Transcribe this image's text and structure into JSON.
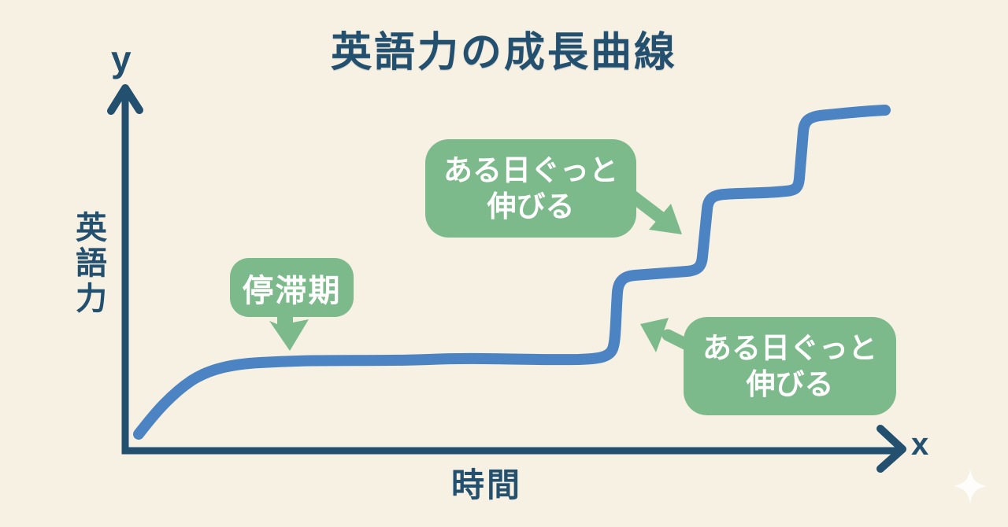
{
  "title": "英語力の成長曲線",
  "axes": {
    "y_symbol": "y",
    "x_symbol": "x",
    "y_label": "英語力",
    "x_label": "時間"
  },
  "callouts": {
    "plateau": {
      "label": "停滞期"
    },
    "jump_upper": {
      "lines": [
        "ある日ぐっと",
        "伸びる"
      ]
    },
    "jump_lower": {
      "lines": [
        "ある日ぐっと",
        "伸びる"
      ]
    }
  },
  "colors": {
    "background": "#f6f1e3",
    "axis_navy": "#24506f",
    "curve_blue": "#4b83c3",
    "callout_green": "#7dba8b",
    "callout_text": "#ffffff",
    "sparkle": "#ffffff"
  },
  "icons": {
    "plateau_arrow": "down-arrow",
    "jump_upper_arrow": "down-right-arrow",
    "jump_lower_arrow": "up-left-arrow",
    "decoration": "four-point-sparkle"
  },
  "chart_data": {
    "type": "line",
    "title": "英語力の成長曲線",
    "xlabel": "時間",
    "ylabel": "英語力",
    "x_axis_symbol": "x",
    "y_axis_symbol": "y",
    "grid": false,
    "legend": "none",
    "axis_numeric_labels": false,
    "xlim_pct": [
      0,
      100
    ],
    "ylim_pct": [
      0,
      100
    ],
    "series": [
      {
        "name": "英語力",
        "style": "thick hand-drawn blue line, plateau-and-step growth",
        "points_pct": [
          [
            2,
            4
          ],
          [
            6,
            15
          ],
          [
            10,
            21
          ],
          [
            17,
            24
          ],
          [
            30,
            25
          ],
          [
            45,
            25
          ],
          [
            58,
            25
          ],
          [
            63,
            26
          ],
          [
            64,
            47
          ],
          [
            66,
            48
          ],
          [
            73,
            49
          ],
          [
            76,
            50
          ],
          [
            77,
            70
          ],
          [
            80,
            71
          ],
          [
            85,
            71
          ],
          [
            88,
            72
          ],
          [
            89,
            91
          ],
          [
            92,
            92
          ],
          [
            98,
            94
          ]
        ]
      }
    ],
    "annotations": [
      {
        "text": "停滞期",
        "target": "first long plateau",
        "arrow": "down"
      },
      {
        "text": "ある日ぐっと伸びる",
        "target": "second step jump",
        "arrow": "down-right"
      },
      {
        "text": "ある日ぐっと伸びる",
        "target": "first step jump",
        "arrow": "up-left"
      }
    ]
  }
}
